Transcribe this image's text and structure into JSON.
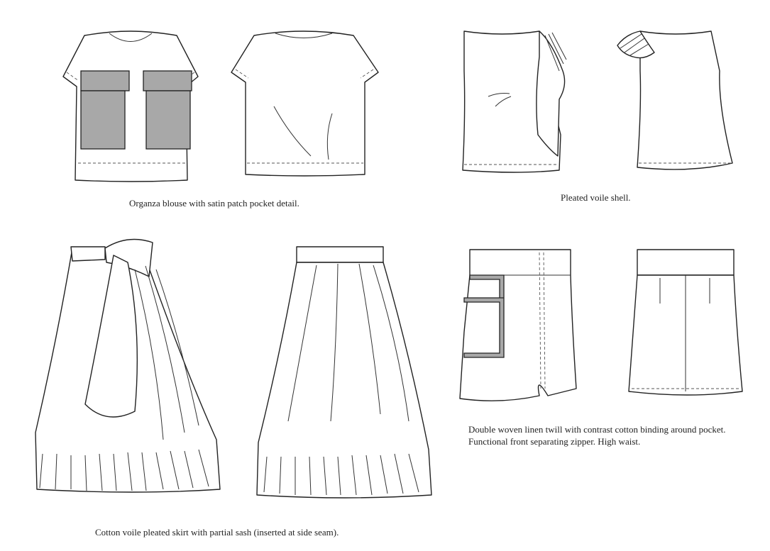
{
  "page": {
    "background": "#ffffff",
    "line_color": "#222222",
    "fill_color": "#a8a8a8"
  },
  "captions": {
    "blouse": "Organza blouse with satin patch pocket detail.",
    "shell": "Pleated voile shell.",
    "skirt": "Cotton voile pleated skirt with partial sash (inserted at side seam).",
    "linen_line1": "Double woven linen twill with contrast cotton binding around pocket.",
    "linen_line2": "Functional front separating zipper. High waist."
  }
}
